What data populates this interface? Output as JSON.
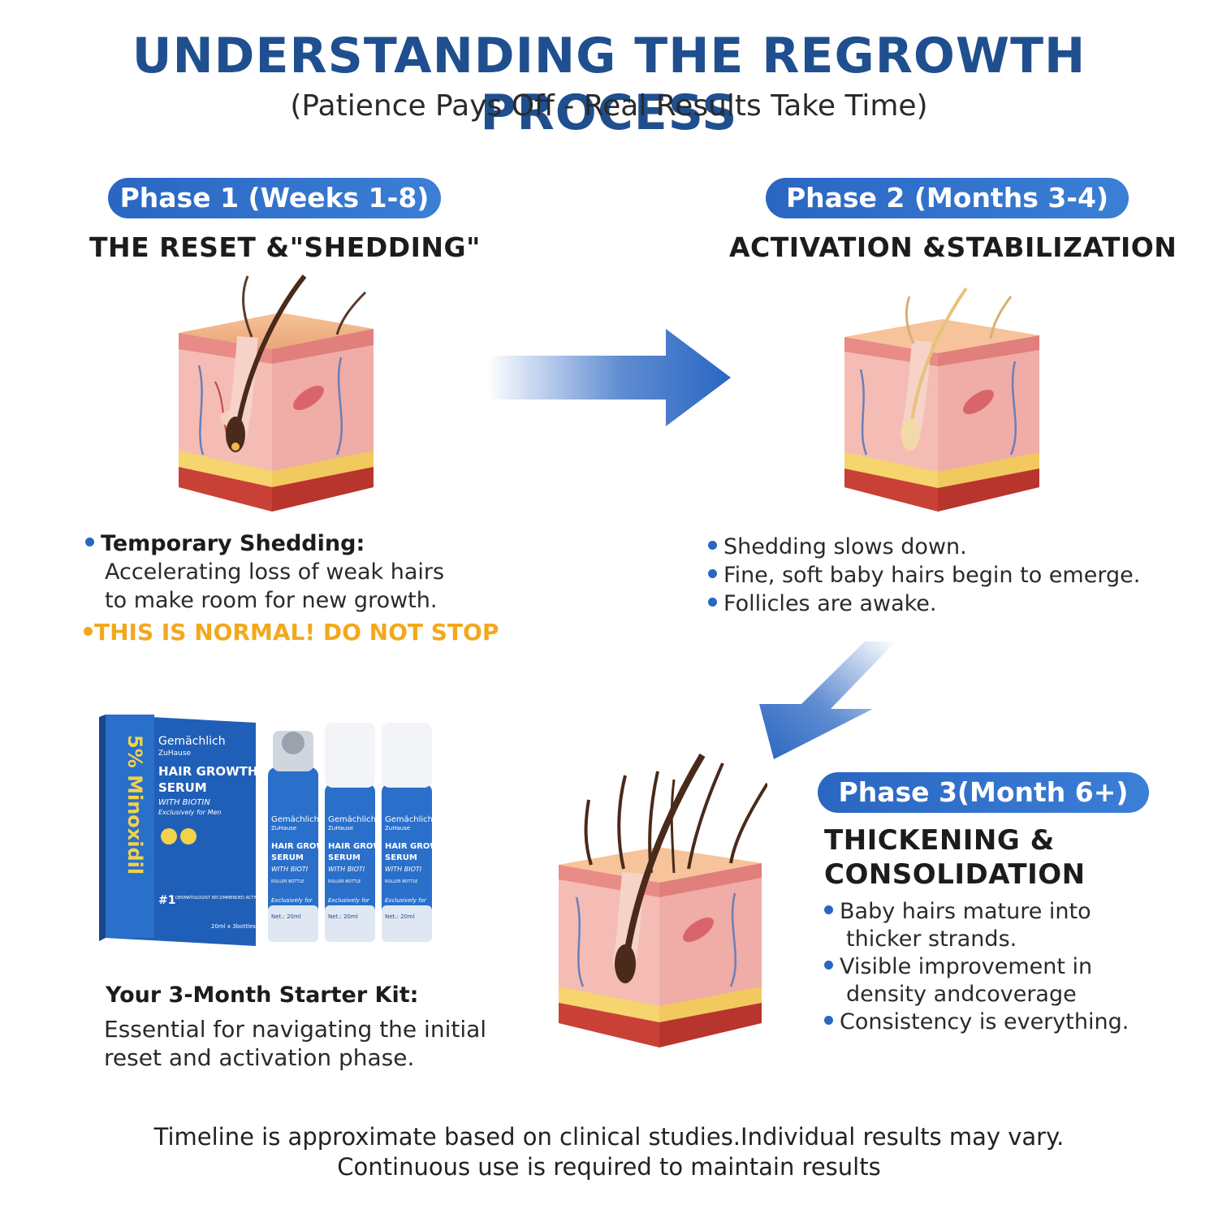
{
  "title": "UNDERSTANDING THE REGROWTH PROCESS",
  "subtitle": "(Patience Pays Off - Real Results Take Time)",
  "phase1": {
    "pill": "Phase 1 (Weeks 1-8)",
    "heading": "THE RESET &\"SHEDDING\"",
    "bullet_title": "Temporary Shedding:",
    "bullet_line1": "Accelerating loss of weak hairs",
    "bullet_line2": "to make room for new growth.",
    "warning": "THIS IS NORMAL! DO NOT STOP"
  },
  "phase2": {
    "pill": "Phase 2 (Months 3-4)",
    "heading": "ACTIVATION &STABILIZATION",
    "bullets": [
      "Shedding slows down.",
      "Fine, soft baby hairs begin to emerge.",
      "Follicles are awake."
    ]
  },
  "phase3": {
    "pill": "Phase 3(Month 6+)",
    "heading_line1": "THICKENING &",
    "heading_line2": "CONSOLIDATION",
    "b1_l1": "Baby hairs mature into",
    "b1_l2": "thicker strands.",
    "b2_l1": "Visible improvement in",
    "b2_l2": "density andcoverage",
    "b3_l1": "Consistency is everything."
  },
  "kit": {
    "title": "Your 3-Month Starter Kit:",
    "line1": "Essential for navigating the initial",
    "line2": "reset and activation phase.",
    "box": {
      "brand": "Gemächlich",
      "brand_sub": "ZuHause",
      "side": "5% Minoxidil",
      "product_l1": "HAIR GROWTH",
      "product_l2": "SERUM",
      "with": "WITH BIOTIN",
      "for": "Exclusively for Men",
      "rank": "#1",
      "rank_text": "DERMATOLOGIST RECOMMENDED ACTIVE INGREDIENT",
      "size": "20ml x 3bottles"
    },
    "bottle": {
      "brand": "Gemächlich",
      "brand_sub": "ZuHause",
      "l1": "HAIR GROW",
      "l2": "SERUM",
      "l3": "WITH BIOTI",
      "tag": "ROLLER BOTTLE",
      "for": "Exclusively for",
      "net": "Net.: 20ml"
    }
  },
  "footer": {
    "line1": "Timeline is approximate based on clinical studies.Individual results may vary.",
    "line2": "Continuous use is required to maintain results"
  },
  "colors": {
    "brand_blue": "#1f4f8f",
    "pill_blue": "#2a66c2",
    "warning_gold": "#f2a81d"
  }
}
